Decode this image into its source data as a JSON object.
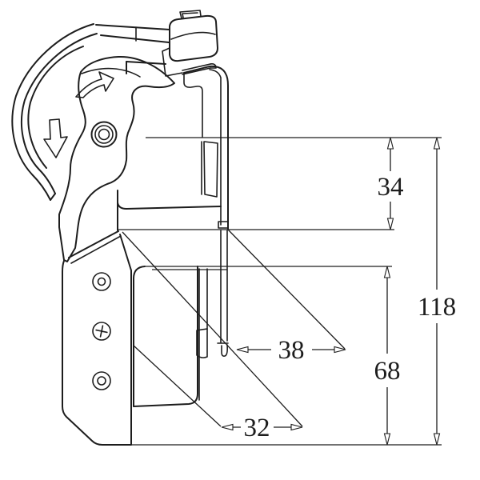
{
  "drawing": {
    "title": "latch-clamp side view technical drawing",
    "background": "#ffffff",
    "line_color": "#1d1d1d",
    "dimensions": {
      "d34": {
        "value": "34",
        "orientation": "vertical",
        "measures": "upper flange height"
      },
      "d118": {
        "value": "118",
        "orientation": "vertical",
        "measures": "overall height"
      },
      "d68": {
        "value": "68",
        "orientation": "vertical",
        "measures": "lower body height"
      },
      "d38": {
        "value": "38",
        "orientation": "horizontal",
        "measures": "upper slot depth"
      },
      "d32": {
        "value": "32",
        "orientation": "horizontal",
        "measures": "lower slot depth"
      }
    },
    "icons": {
      "rotate_arrow": "right-block-arrow",
      "down_arrow": "down-block-arrow"
    }
  }
}
